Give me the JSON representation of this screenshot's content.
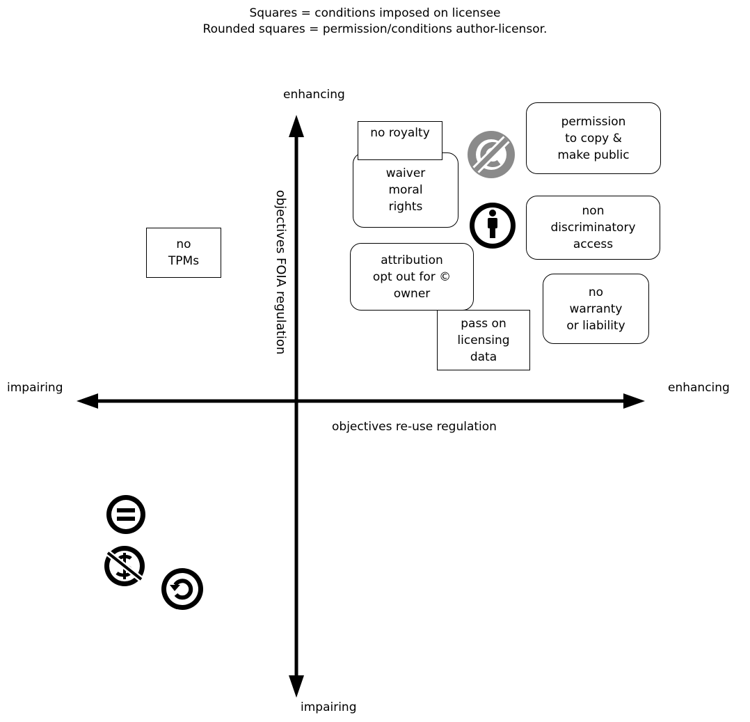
{
  "legend": {
    "line1": "Squares = conditions imposed on licensee",
    "line2": "Rounded squares = permission/conditions author-licensor."
  },
  "axes": {
    "vertical_top": "enhancing",
    "vertical_bottom": "impairing",
    "horizontal_left": "impairing",
    "horizontal_right": "enhancing",
    "vertical_title": "objectives FOIA regulation",
    "horizontal_title": "objectives re-use regulation"
  },
  "boxes": {
    "no_royalty": {
      "shape": "square",
      "lines": [
        "no royalty"
      ]
    },
    "waiver_moral_rights": {
      "shape": "rounded",
      "lines": [
        "waiver",
        "moral",
        "rights"
      ]
    },
    "permission_copy": {
      "shape": "rounded",
      "lines": [
        "permission",
        "to copy &",
        "make  public"
      ]
    },
    "non_discriminatory": {
      "shape": "rounded",
      "lines": [
        "non",
        "discriminatory",
        "access"
      ]
    },
    "attribution_opt_out": {
      "shape": "rounded",
      "lines": [
        "attribution",
        "opt out for ©",
        "owner"
      ]
    },
    "no_warranty": {
      "shape": "rounded",
      "lines": [
        "no",
        "warranty",
        "or liability"
      ]
    },
    "pass_on_licensing": {
      "shape": "square",
      "lines": [
        "pass on",
        "licensing",
        "data"
      ]
    },
    "no_tpms": {
      "shape": "square",
      "lines": [
        "no",
        "TPMs"
      ]
    }
  },
  "icons": [
    "public-domain-icon",
    "attribution-icon",
    "no-derivatives-icon",
    "non-commercial-icon",
    "share-alike-icon"
  ],
  "colors": {
    "ink": "#000000",
    "public_domain_gray": "#8a8a8a"
  }
}
